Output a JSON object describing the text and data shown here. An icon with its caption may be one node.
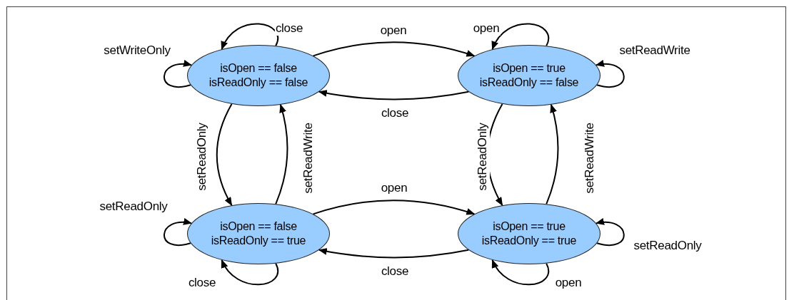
{
  "diagram": {
    "nodes": [
      {
        "text": [
          "isOpen == false",
          "isReadOnly == false"
        ]
      },
      {
        "text": [
          "isOpen == true",
          "isReadOnly == false"
        ]
      },
      {
        "text": [
          "isOpen == false",
          "isReadOnly == true"
        ]
      },
      {
        "text": [
          "isOpen == true",
          "isReadOnly == true"
        ]
      }
    ],
    "edges": [
      {
        "from": 0,
        "to": 0,
        "arrow": "to",
        "label": "close"
      },
      {
        "from": 0,
        "to": 0,
        "arrow": "to",
        "label": "setWriteOnly"
      },
      {
        "from": 0,
        "to": 1,
        "arrow": "to",
        "label": "open"
      },
      {
        "from": 1,
        "to": 1,
        "arrow": "to",
        "label": "open"
      },
      {
        "from": 1,
        "to": 1,
        "arrow": "to",
        "label": "setReadWrite"
      },
      {
        "from": 1,
        "to": 0,
        "arrow": "to",
        "label": "close"
      },
      {
        "from": 0,
        "to": 2,
        "arrow": "to",
        "label": "setReadOnly"
      },
      {
        "from": 2,
        "to": 0,
        "arrow": "to",
        "label": "setReadWrite"
      },
      {
        "from": 1,
        "to": 3,
        "arrow": "to",
        "label": "setReadOnly"
      },
      {
        "from": 3,
        "to": 1,
        "arrow": "to",
        "label": "setReadWrite"
      },
      {
        "from": 2,
        "to": 2,
        "arrow": "to",
        "label": "setReadOnly"
      },
      {
        "from": 2,
        "to": 3,
        "arrow": "to",
        "label": "open"
      },
      {
        "from": 3,
        "to": 3,
        "arrow": "to",
        "label": "setReadOnly"
      },
      {
        "from": 3,
        "to": 2,
        "arrow": "to",
        "label": "close"
      },
      {
        "from": 2,
        "to": 2,
        "arrow": "to",
        "label": "close"
      },
      {
        "from": 3,
        "to": 3,
        "arrow": "to",
        "label": "open"
      }
    ]
  }
}
